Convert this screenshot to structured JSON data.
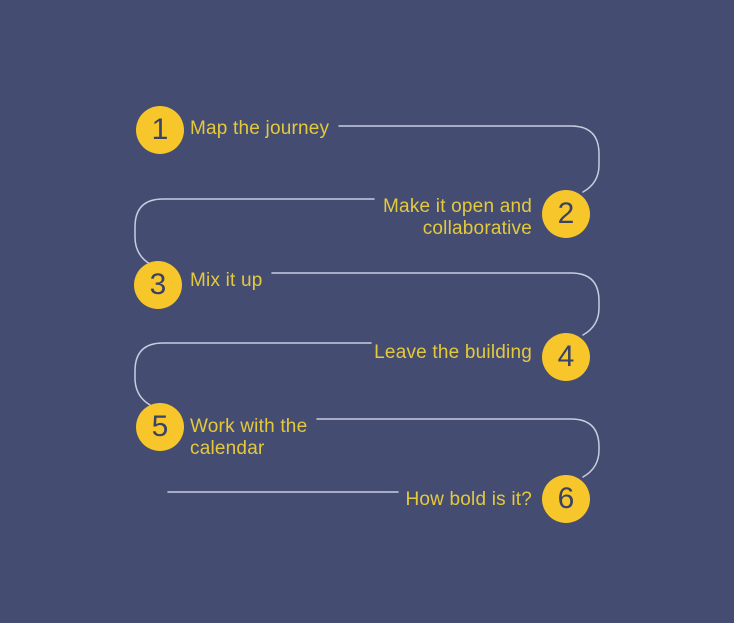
{
  "diagram": {
    "steps": [
      {
        "number": "1",
        "label": "Map the journey",
        "side": "left"
      },
      {
        "number": "2",
        "label": "Make it open and\ncollaborative",
        "side": "right"
      },
      {
        "number": "3",
        "label": "Mix it up",
        "side": "left"
      },
      {
        "number": "4",
        "label": "Leave the building",
        "side": "right"
      },
      {
        "number": "5",
        "label": "Work with the\ncalendar",
        "side": "left"
      },
      {
        "number": "6",
        "label": "How bold is it?",
        "side": "right"
      }
    ],
    "colors": {
      "background": "#444D71",
      "circle": "#F6C62A",
      "number": "#3A4265",
      "label": "#E5C93C",
      "connector": "#C9CCDF"
    }
  }
}
